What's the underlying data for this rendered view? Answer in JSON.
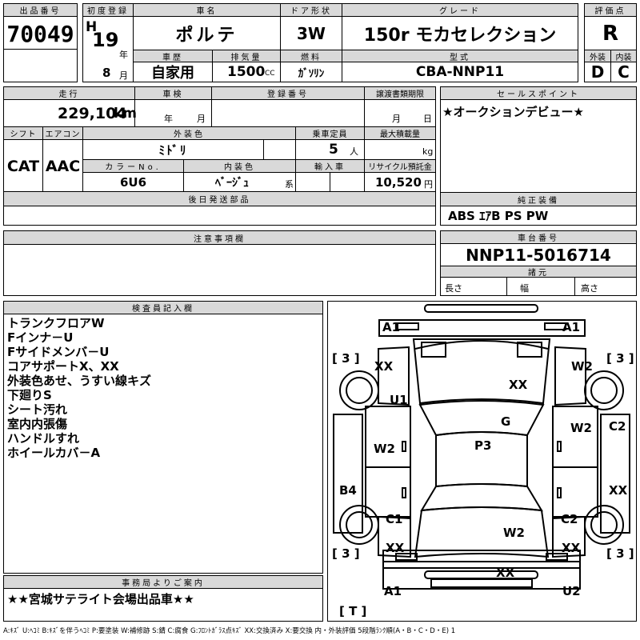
{
  "header": {
    "lot_number_label": "出品番号",
    "lot_number": "70049",
    "first_reg_label": "初度登録",
    "era": "H",
    "year": "19",
    "year_unit": "年",
    "month": "8",
    "month_unit": "月",
    "car_name_label": "車名",
    "car_name": "ポルテ",
    "door_label": "ドア形状",
    "door": "3W",
    "grade_label": "グレード",
    "grade": "150r モカセレクション",
    "score_label": "評価点",
    "score": "R",
    "history_label": "車歴",
    "history": "自家用",
    "displacement_label": "排気量",
    "displacement": "1500",
    "displacement_unit": "CC",
    "fuel_label": "燃料",
    "fuel": "ｶﾞｿﾘﾝ",
    "model_label": "型式",
    "model": "CBA-NNP11",
    "ext_label": "外装",
    "ext_score": "D",
    "int_label": "内装",
    "int_score": "C"
  },
  "row2": {
    "mileage_label": "走行",
    "mileage": "229,104",
    "mileage_unit": "km",
    "inspection_label": "車検",
    "inspection_year_unit": "年",
    "inspection_month_unit": "月",
    "reg_number_label": "登録番号",
    "transfer_label": "譲渡書類期限",
    "transfer_month_unit": "月",
    "transfer_day_unit": "日",
    "shift_label": "シフト",
    "shift": "CAT",
    "aircon_label": "エアコン",
    "aircon": "AAC",
    "color_label": "外装色",
    "color": "ﾐﾄﾞﾘ",
    "capacity_label": "乗車定員",
    "capacity": "5",
    "capacity_unit": "人",
    "load_label": "最大積載量",
    "load_unit": "kg",
    "color_no_label": "カラーNo.",
    "color_no": "6U6",
    "interior_color_label": "内装色",
    "interior_color": "ﾍﾞｰｼﾞｭ",
    "interior_color_unit": "系",
    "import_label": "輸入車",
    "recycle_label": "リサイクル預託金",
    "recycle": "10,520",
    "recycle_unit": "円",
    "later_parts_label": "後日発送部品"
  },
  "right": {
    "sales_point_label": "セールスポイント",
    "sales_point": "★オークションデビュー★",
    "equipment_label": "純正装備",
    "equipment": "ABS ｴｱB PS PW",
    "chassis_label": "車台番号",
    "chassis": "NNP11-5016714",
    "specs_label": "諸元",
    "length_label": "長さ",
    "width_label": "幅",
    "height_label": "高さ"
  },
  "notes_label": "注意事項欄",
  "inspector": {
    "label": "検査員記入欄",
    "lines": [
      "トランクフロアW",
      "Fインナ－U",
      "Fサイドメンバ－U",
      "コアサポートX、XX",
      "外装色あせ、うすい線キズ",
      "下廻りS",
      "シート汚れ",
      "室内内張傷",
      "ハンドルすれ",
      "ホイールカバ－A"
    ]
  },
  "office": {
    "label": "事務局よりご案内",
    "text": "★★宮城サテライト会場出品車★★"
  },
  "legend": "A:ｷｽﾞ U:ﾍｺﾐ B:ｷｽﾞを伴うﾍｺﾐ P:要塗装 W:補修跡 S:錆 C:腐食 G:ﾌﾛﾝﾄｶﾞﾗｽ点ｷｽﾞ XX:交換済み X:要交換 内・外装評価 5段階ﾗﾝｸ順(A・B・C・D・E) 1",
  "diagram": {
    "tire_top_left": "[ 3 ]",
    "tire_top_right": "[ 3 ]",
    "tire_bottom_left": "[ 3 ]",
    "tire_bottom_right": "[ 3 ]",
    "spare": "[ T ]",
    "marks": {
      "a1_front_left": "A1",
      "a1_front_right": "A1",
      "xx_left_fender": "XX",
      "w2_right_fender": "W2",
      "xx_hood": "XX",
      "u1_left_door": "U1",
      "g_windshield": "G",
      "w2_right_door": "W2",
      "c2_right_door": "C2",
      "w2_left_door": "W2",
      "p3_roof": "P3",
      "b4_left_rear": "B4",
      "xx_right_rear": "XX",
      "c1_left_quarter": "C1",
      "c2_right_quarter": "C2",
      "w2_back_door": "W2",
      "xx_left_quarter": "XX",
      "xx_right_quarter": "XX",
      "xx_rear_bumper": "XX",
      "a1_rear_left": "A1",
      "u2_rear_right": "U2"
    }
  }
}
